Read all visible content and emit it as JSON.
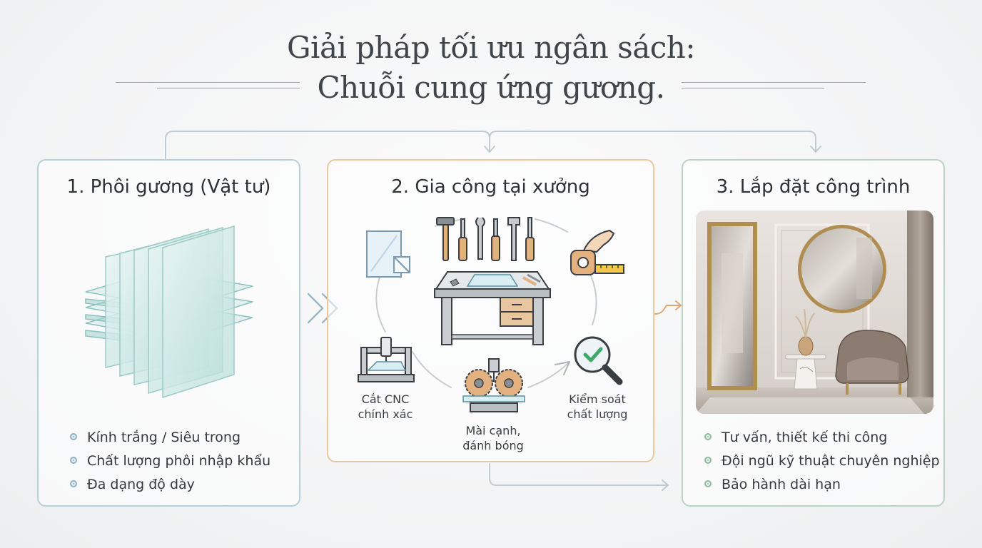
{
  "title": {
    "line1": "Giải pháp tối ưu ngân sách:",
    "line2": "Chuỗi cung ứng gương."
  },
  "stages": [
    {
      "title": "1. Phôi gương (Vật tư)",
      "bullets": [
        "Kính trắng / Siêu trong",
        "Chất lượng phôi nhập khẩu",
        "Đa dạng độ dày"
      ],
      "icon": "glass-sheets-icon",
      "accent": "#b8cfd8"
    },
    {
      "title": "2. Gia công tại xưởng",
      "icon": "workbench-icon",
      "accent": "#ecc7a0",
      "steps": [
        {
          "label": "Cắt CNC\nchính xác",
          "icon": "cnc-machine-icon"
        },
        {
          "label": "Mài cạnh,\nđánh bóng",
          "icon": "grinding-wheels-icon"
        },
        {
          "label": "Kiểm soát\nchất lượng",
          "icon": "magnifier-check-icon"
        }
      ],
      "extra_icons": [
        "glass-pane-icon",
        "tools-icon",
        "tape-measure-icon"
      ]
    },
    {
      "title": "3. Lắp đặt công trình",
      "bullets": [
        "Tư vấn, thiết kế thi công",
        "Đội ngũ kỹ thuật chuyên nghiệp",
        "Bảo hành dài hạn"
      ],
      "icon": "interior-photo",
      "accent": "#bcd3c2"
    }
  ]
}
